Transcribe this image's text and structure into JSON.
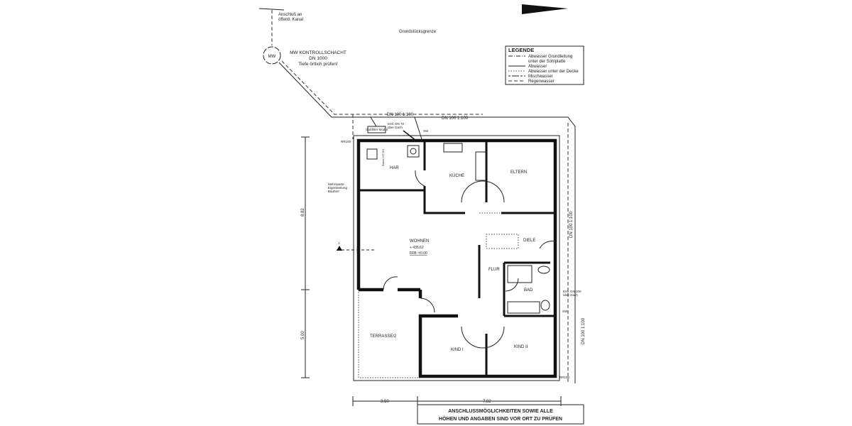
{
  "top_labels": {
    "connection": [
      "Anschluß an",
      "öffentl. Kanal"
    ],
    "boundary": "Grundstücksgrenze",
    "shaft_symbol": "MW",
    "shaft": [
      "MW KONTROLLSCHACHT",
      "DN 1000",
      "Tiefe örtlich prüfen!"
    ]
  },
  "pipes": {
    "dn_top_1": "DN 100 1:100",
    "dn_top_2": "DN 100 1:100",
    "dn_right_1": "DN 100 1:100",
    "dn_right_2": "DN 100 1:100",
    "vent_top": [
      "Entl. DN 70",
      "über Dach"
    ],
    "vent_right": [
      "Entl. DN 100",
      "über Dach"
    ],
    "sw_top": "SW",
    "sw_right": "SW",
    "module": "Gußfilter Modul",
    "rr_left": "RR100",
    "rr_right": "RR100",
    "ppe": "Rohre HT DN",
    "ventilation": [
      "Mehrsparte",
      "Eigenleistung",
      "Bauherr"
    ]
  },
  "legend": {
    "title": "LEGENDE",
    "items": [
      {
        "style": "dash-dot",
        "label": [
          "Abwasser Grundleitung",
          "unter der Sohlplatte"
        ]
      },
      {
        "style": "solid",
        "label": [
          "Abwasser"
        ]
      },
      {
        "style": "dotted",
        "label": [
          "Abwasser unter der Decke"
        ]
      },
      {
        "style": "dash-dot-long",
        "label": [
          "Mischwasser"
        ]
      },
      {
        "style": "dashed",
        "label": [
          "Regenwasser"
        ]
      }
    ]
  },
  "rooms": {
    "har": "HAR",
    "kueche": "KÜCHE",
    "eltern": "ELTERN",
    "wohnen": "WOHNEN",
    "level": "+ 435.62",
    "ffb": "FFB: ±0.00",
    "diele": "DIELE",
    "flur": "FLUR",
    "bad": "BAD",
    "terrasse": "TERRASSE/2",
    "kind1": "KIND I",
    "kind2": "KIND II",
    "section_mark": "A"
  },
  "dimensions": {
    "left_upper": "8.82",
    "left_lower": "5.00",
    "bottom_left": "3.50",
    "bottom_right": "7.82"
  },
  "note": [
    "ANSCHLUSSMÖGLICHKEITEN SOWIE ALLE",
    "HÖHEN UND ANGABEN SIND VOR ORT ZU PRÜFEN"
  ],
  "colors": {
    "ink": "#111111",
    "paper": "#ffffff"
  }
}
